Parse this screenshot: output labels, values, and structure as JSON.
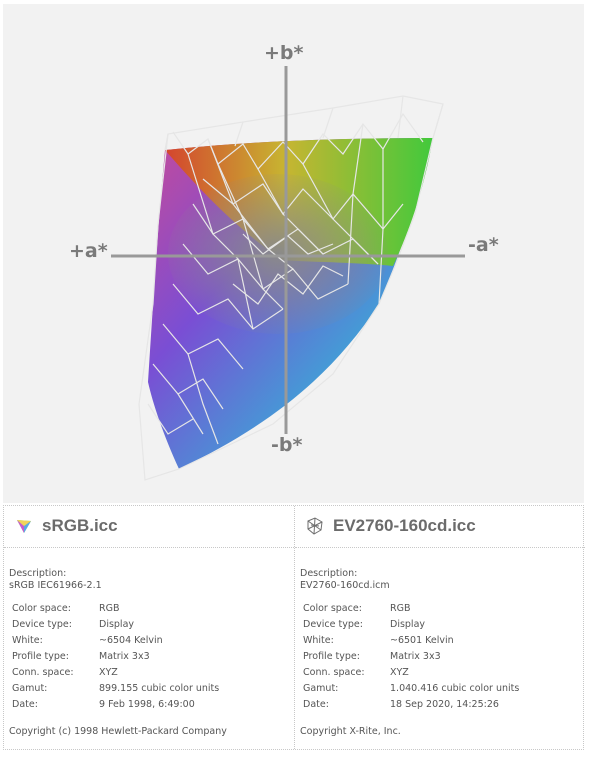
{
  "axes": {
    "b_plus": "+b*",
    "b_minus": "-b*",
    "a_plus": "+a*",
    "a_minus": "-a*"
  },
  "profiles": [
    {
      "name": "sRGB.icc",
      "icon": "srgb-profile-icon",
      "description_label": "Description:",
      "description": "sRGB IEC61966-2.1",
      "properties": [
        {
          "key": "Color space:",
          "value": "RGB"
        },
        {
          "key": "Device type:",
          "value": "Display"
        },
        {
          "key": "White:",
          "value": "~6504 Kelvin"
        },
        {
          "key": "Profile type:",
          "value": "Matrix 3x3"
        },
        {
          "key": "Conn. space:",
          "value": "XYZ"
        },
        {
          "key": "Gamut:",
          "value": "899.155 cubic color units"
        },
        {
          "key": "Date:",
          "value": "9 Feb 1998, 6:49:00"
        }
      ],
      "copyright": "Copyright (c) 1998 Hewlett-Packard Company"
    },
    {
      "name": "EV2760-160cd.icc",
      "icon": "wireframe-profile-icon",
      "description_label": "Description:",
      "description": "EV2760-160cd.icm",
      "properties": [
        {
          "key": "Color space:",
          "value": "RGB"
        },
        {
          "key": "Device type:",
          "value": "Display"
        },
        {
          "key": "White:",
          "value": "~6501 Kelvin"
        },
        {
          "key": "Profile type:",
          "value": "Matrix 3x3"
        },
        {
          "key": "Conn. space:",
          "value": "XYZ"
        },
        {
          "key": "Gamut:",
          "value": "1.040.416 cubic color units"
        },
        {
          "key": "Date:",
          "value": "18 Sep 2020, 14:25:26"
        }
      ],
      "copyright": "Copyright X-Rite, Inc."
    }
  ]
}
